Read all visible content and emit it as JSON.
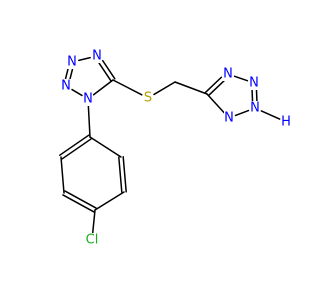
{
  "colors": {
    "nitrogen": "#0000ff",
    "sulfur": "#b2a100",
    "chlorine": "#1ab01a",
    "bond": "#000000",
    "background": "#ffffff"
  },
  "atoms": [
    {
      "id": "n1",
      "element": "N",
      "label": "N",
      "color": "nitrogen"
    },
    {
      "id": "n2",
      "element": "N",
      "label": "N",
      "color": "nitrogen"
    },
    {
      "id": "n3",
      "element": "N",
      "label": "N",
      "color": "nitrogen"
    },
    {
      "id": "n4",
      "element": "N",
      "label": "N",
      "color": "nitrogen"
    },
    {
      "id": "c5",
      "element": "C",
      "label": "",
      "color": "bond"
    },
    {
      "id": "s",
      "element": "S",
      "label": "S",
      "color": "sulfur"
    },
    {
      "id": "ch2",
      "element": "C",
      "label": "",
      "color": "bond"
    },
    {
      "id": "c5b",
      "element": "C",
      "label": "",
      "color": "bond"
    },
    {
      "id": "n4b",
      "element": "N",
      "label": "N",
      "color": "nitrogen"
    },
    {
      "id": "n3b",
      "element": "N",
      "label": "N",
      "color": "nitrogen"
    },
    {
      "id": "n2b",
      "element": "N",
      "label": "N",
      "color": "nitrogen"
    },
    {
      "id": "h",
      "element": "H",
      "label": "H",
      "color": "nitrogen"
    },
    {
      "id": "n1b",
      "element": "N",
      "label": "N",
      "color": "nitrogen"
    },
    {
      "id": "p1",
      "element": "C",
      "label": "",
      "color": "bond"
    },
    {
      "id": "p2",
      "element": "C",
      "label": "",
      "color": "bond"
    },
    {
      "id": "p3",
      "element": "C",
      "label": "",
      "color": "bond"
    },
    {
      "id": "p4",
      "element": "C",
      "label": "",
      "color": "bond"
    },
    {
      "id": "p5",
      "element": "C",
      "label": "",
      "color": "bond"
    },
    {
      "id": "p6",
      "element": "C",
      "label": "",
      "color": "bond"
    },
    {
      "id": "cl",
      "element": "Cl",
      "label": "Cl",
      "color": "chlorine"
    }
  ],
  "bonds": [
    {
      "a": "n1",
      "b": "n2",
      "order": 1
    },
    {
      "a": "n2",
      "b": "n3",
      "order": 2
    },
    {
      "a": "n3",
      "b": "n4",
      "order": 1
    },
    {
      "a": "n4",
      "b": "c5",
      "order": 2
    },
    {
      "a": "c5",
      "b": "n1",
      "order": 1
    },
    {
      "a": "c5",
      "b": "s",
      "order": 1
    },
    {
      "a": "s",
      "b": "ch2",
      "order": 1
    },
    {
      "a": "ch2",
      "b": "c5b",
      "order": 1
    },
    {
      "a": "c5b",
      "b": "n4b",
      "order": 2
    },
    {
      "a": "n4b",
      "b": "n3b",
      "order": 1
    },
    {
      "a": "n3b",
      "b": "n2b",
      "order": 2
    },
    {
      "a": "n2b",
      "b": "n1b",
      "order": 1
    },
    {
      "a": "n2b",
      "b": "h",
      "order": 1
    },
    {
      "a": "n1b",
      "b": "c5b",
      "order": 1
    },
    {
      "a": "n1",
      "b": "p1",
      "order": 1
    },
    {
      "a": "p1",
      "b": "p2",
      "order": 2
    },
    {
      "a": "p2",
      "b": "p3",
      "order": 1
    },
    {
      "a": "p3",
      "b": "p4",
      "order": 2
    },
    {
      "a": "p4",
      "b": "p5",
      "order": 1
    },
    {
      "a": "p5",
      "b": "p6",
      "order": 2
    },
    {
      "a": "p6",
      "b": "p1",
      "order": 1
    },
    {
      "a": "p4",
      "b": "cl",
      "order": 1
    }
  ]
}
